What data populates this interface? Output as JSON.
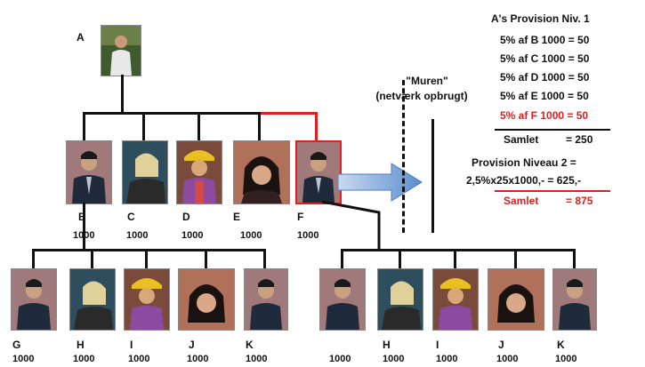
{
  "persons": {
    "A": {
      "label": "A"
    },
    "B": {
      "label": "B",
      "amount": "1000"
    },
    "C": {
      "label": "C",
      "amount": "1000"
    },
    "D": {
      "label": "D",
      "amount": "1000"
    },
    "E": {
      "label": "E",
      "amount": "1000"
    },
    "F": {
      "label": "F",
      "amount": "1000"
    },
    "G": {
      "label": "G",
      "amount": "1000"
    },
    "H1": {
      "label": "H",
      "amount": "1000"
    },
    "I1": {
      "label": "I",
      "amount": "1000"
    },
    "J1": {
      "label": "J",
      "amount": "1000"
    },
    "K1": {
      "label": "K",
      "amount": "1000"
    },
    "R1": {
      "amount": "1000"
    },
    "H2": {
      "label": "H",
      "amount": "1000"
    },
    "I2": {
      "label": "I",
      "amount": "1000"
    },
    "J2": {
      "label": "J",
      "amount": "1000"
    },
    "K2": {
      "label": "K",
      "amount": "1000"
    }
  },
  "wall": {
    "title": "\"Muren\"",
    "subtitle": "(netværk opbrugt)"
  },
  "provision": {
    "header": "A's Provision Niv. 1",
    "rows": [
      {
        "text": "5% af B 1000 = 50"
      },
      {
        "text": "5% af C 1000 = 50"
      },
      {
        "text": "5% af D 1000 = 50"
      },
      {
        "text": "5% af E 1000 = 50"
      },
      {
        "text": "5% af F 1000 = 50"
      }
    ],
    "samlet1_label": "Samlet",
    "samlet1_value": "= 250",
    "niveau2_title": "Provision Niveau 2 =",
    "niveau2_calc": "2,5%x25x1000,- = 625,-",
    "samlet2_label": "Samlet",
    "samlet2_value": "= 875"
  },
  "colors": {
    "accent_red": "#e02020",
    "arrow_blue": "#5b8fcf",
    "line": "#111111"
  },
  "icons": {
    "arrow": "right-arrow-icon"
  }
}
